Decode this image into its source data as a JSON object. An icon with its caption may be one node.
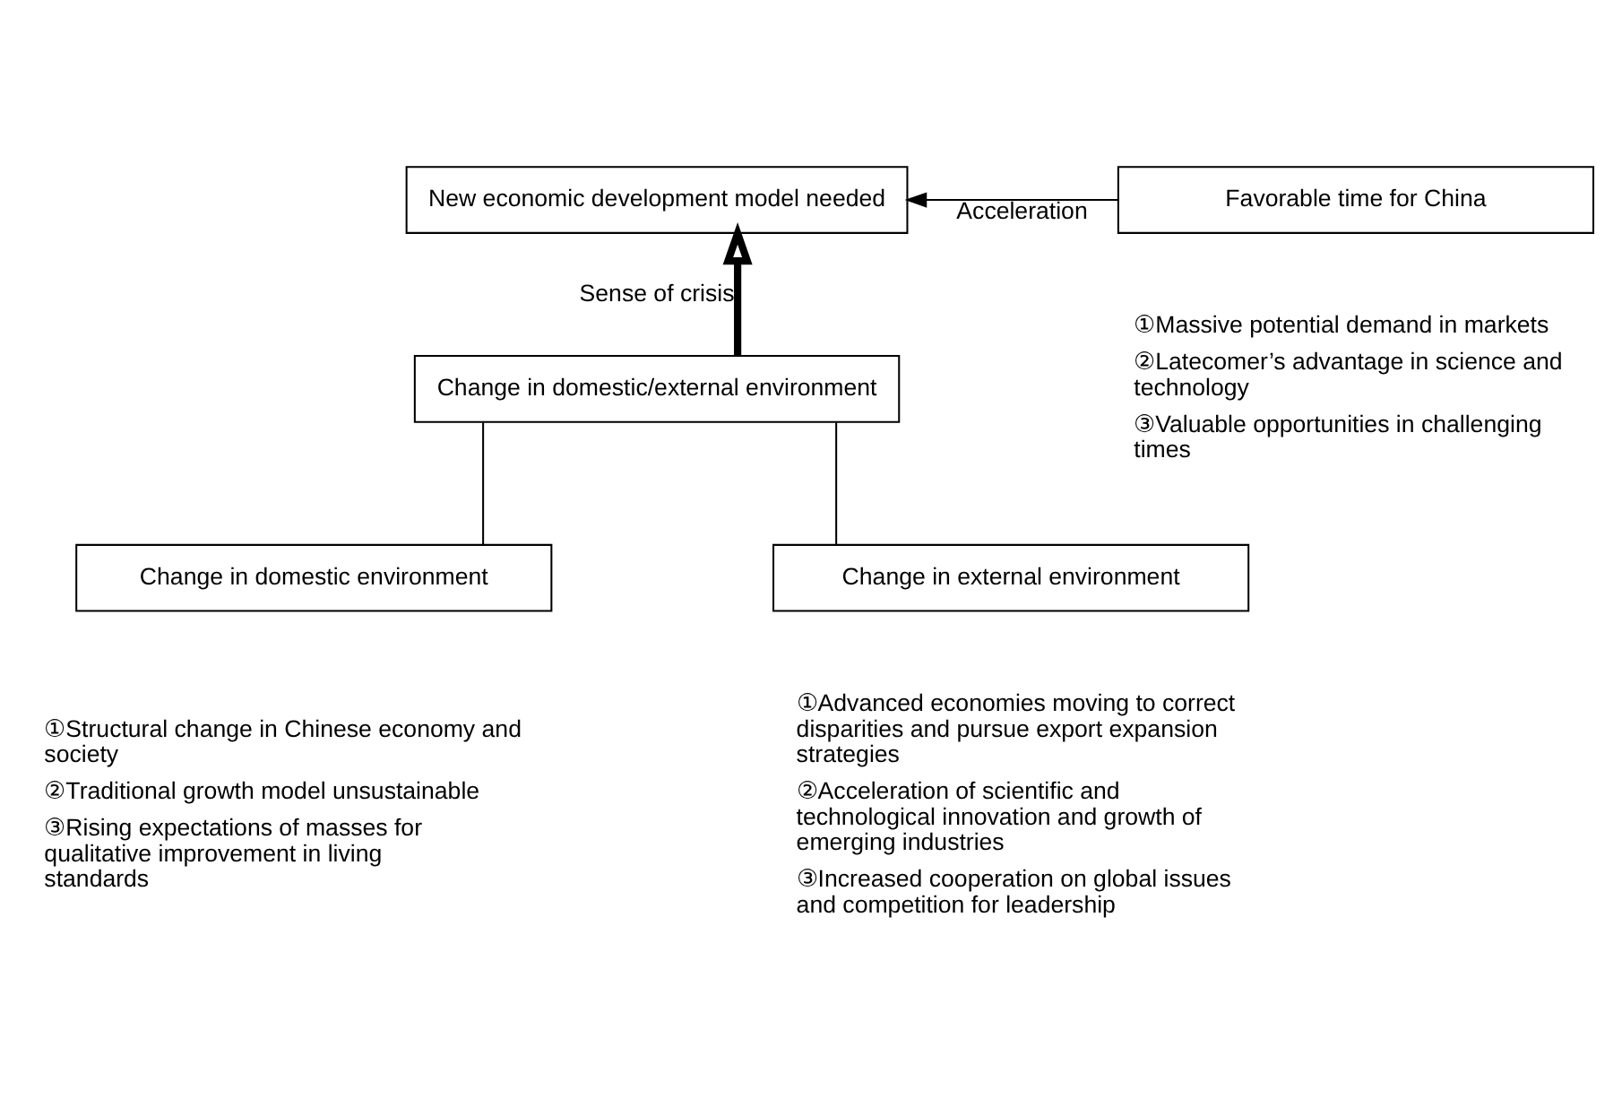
{
  "diagram": {
    "nodes": [
      {
        "text": [
          "New economic development model needed"
        ]
      },
      {
        "text": [
          "Favorable time for China"
        ],
        "beside": [
          "①Massive potential demand in markets",
          "②Latecomer’s advantage in science and technology",
          "③Valuable opportunities in challenging times"
        ]
      },
      {
        "text": [
          "Change in domestic/external environment"
        ]
      },
      {
        "text": [
          "Change in domestic environment"
        ],
        "beside": [
          "①Structural change in Chinese economy and society",
          "②Traditional growth model unsustainable",
          "③Rising expectations of masses for qualitative improvement in living standards"
        ]
      },
      {
        "text": [
          "Change in external environment"
        ],
        "beside": [
          "①Advanced economies moving to correct disparities and pursue export expansion strategies",
          "②Acceleration of scientific and technological innovation and growth of emerging industries",
          "③Increased cooperation on global issues and competition for leadership"
        ]
      }
    ],
    "edges": [
      {
        "from": 1,
        "to": 0,
        "arrow": "to",
        "label": "Acceleration"
      },
      {
        "from": 2,
        "to": 0,
        "arrow": "to",
        "label": "Sense of crisis",
        "style": "thick"
      },
      {
        "from": 2,
        "to": 3,
        "arrow": "none"
      },
      {
        "from": 2,
        "to": 4,
        "arrow": "none"
      }
    ]
  }
}
